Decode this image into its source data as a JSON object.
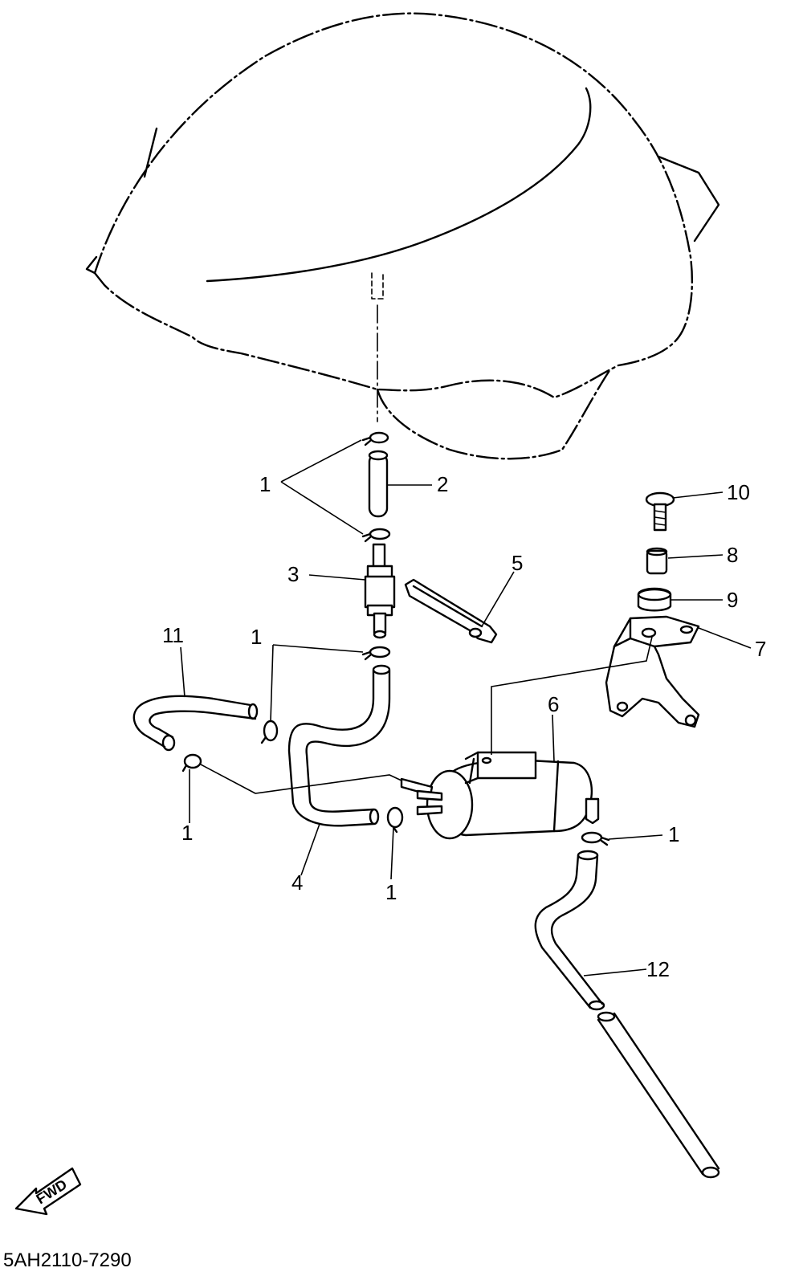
{
  "callouts": {
    "c1a": "1",
    "c2": "2",
    "c3": "3",
    "c5": "5",
    "c10": "10",
    "c8": "8",
    "c9": "9",
    "c11": "11",
    "c1b": "1",
    "c7": "7",
    "c6": "6",
    "c1c": "1",
    "c4": "4",
    "c1d": "1",
    "c1e": "1",
    "c12": "12"
  },
  "fwd_label": "FWD",
  "diagram_code": "5AH2110-7290"
}
